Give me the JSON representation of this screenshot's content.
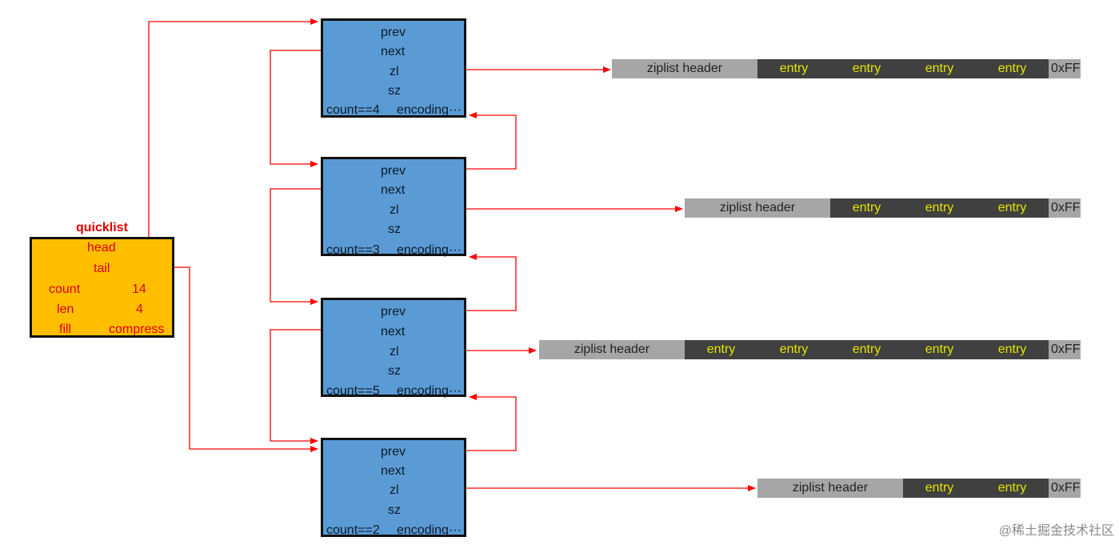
{
  "quicklist": {
    "title": "quicklist",
    "head": "head",
    "tail": "tail",
    "count_label": "count",
    "count_value": "14",
    "len_label": "len",
    "len_value": "4",
    "fill_label": "fill",
    "compress_label": "compress"
  },
  "nodes": [
    {
      "prev": "prev",
      "next": "next",
      "zl": "zl",
      "sz": "sz",
      "count": "count==4",
      "encoding": "encoding···",
      "ziplist": {
        "header": "ziplist header",
        "entries": [
          "entry",
          "entry",
          "entry",
          "entry"
        ],
        "end": "0xFF"
      }
    },
    {
      "prev": "prev",
      "next": "next",
      "zl": "zl",
      "sz": "sz",
      "count": "count==3",
      "encoding": "encoding···",
      "ziplist": {
        "header": "ziplist header",
        "entries": [
          "entry",
          "entry",
          "entry"
        ],
        "end": "0xFF"
      }
    },
    {
      "prev": "prev",
      "next": "next",
      "zl": "zl",
      "sz": "sz",
      "count": "count==5",
      "encoding": "encoding···",
      "ziplist": {
        "header": "ziplist header",
        "entries": [
          "entry",
          "entry",
          "entry",
          "entry",
          "entry"
        ],
        "end": "0xFF"
      }
    },
    {
      "prev": "prev",
      "next": "next",
      "zl": "zl",
      "sz": "sz",
      "count": "count==2",
      "encoding": "encoding···",
      "ziplist": {
        "header": "ziplist header",
        "entries": [
          "entry",
          "entry"
        ],
        "end": "0xFF"
      }
    }
  ],
  "watermark": "@稀土掘金技术社区",
  "colors": {
    "arrow": "#ff0000",
    "node_fill": "#5b9bd5",
    "quicklist_fill": "#ffbf00",
    "header_fill": "#a6a6a6",
    "entry_fill": "#404040",
    "entry_text": "#e5e500"
  }
}
